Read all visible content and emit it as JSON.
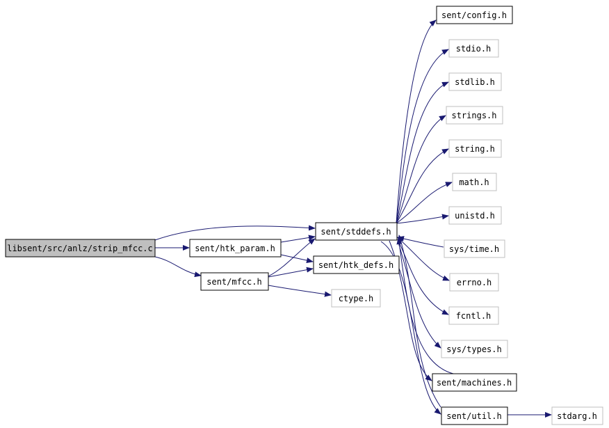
{
  "nodes": {
    "root": {
      "label": "libsent/src/anlz/strip_mfcc.c"
    },
    "htk_param": {
      "label": "sent/htk_param.h"
    },
    "mfcc": {
      "label": "sent/mfcc.h"
    },
    "stddefs": {
      "label": "sent/stddefs.h"
    },
    "htk_defs": {
      "label": "sent/htk_defs.h"
    },
    "ctype": {
      "label": "ctype.h"
    },
    "config": {
      "label": "sent/config.h"
    },
    "stdio": {
      "label": "stdio.h"
    },
    "stdlib": {
      "label": "stdlib.h"
    },
    "strings": {
      "label": "strings.h"
    },
    "string": {
      "label": "string.h"
    },
    "math": {
      "label": "math.h"
    },
    "unistd": {
      "label": "unistd.h"
    },
    "systime": {
      "label": "sys/time.h"
    },
    "errno": {
      "label": "errno.h"
    },
    "fcntl": {
      "label": "fcntl.h"
    },
    "systypes": {
      "label": "sys/types.h"
    },
    "machines": {
      "label": "sent/machines.h"
    },
    "util": {
      "label": "sent/util.h"
    },
    "stdarg": {
      "label": "stdarg.h"
    }
  },
  "colors": {
    "edge": "#191970",
    "root_fill": "#bfbfbf",
    "local_border": "#000000",
    "system_border": "#bfbfbf"
  }
}
